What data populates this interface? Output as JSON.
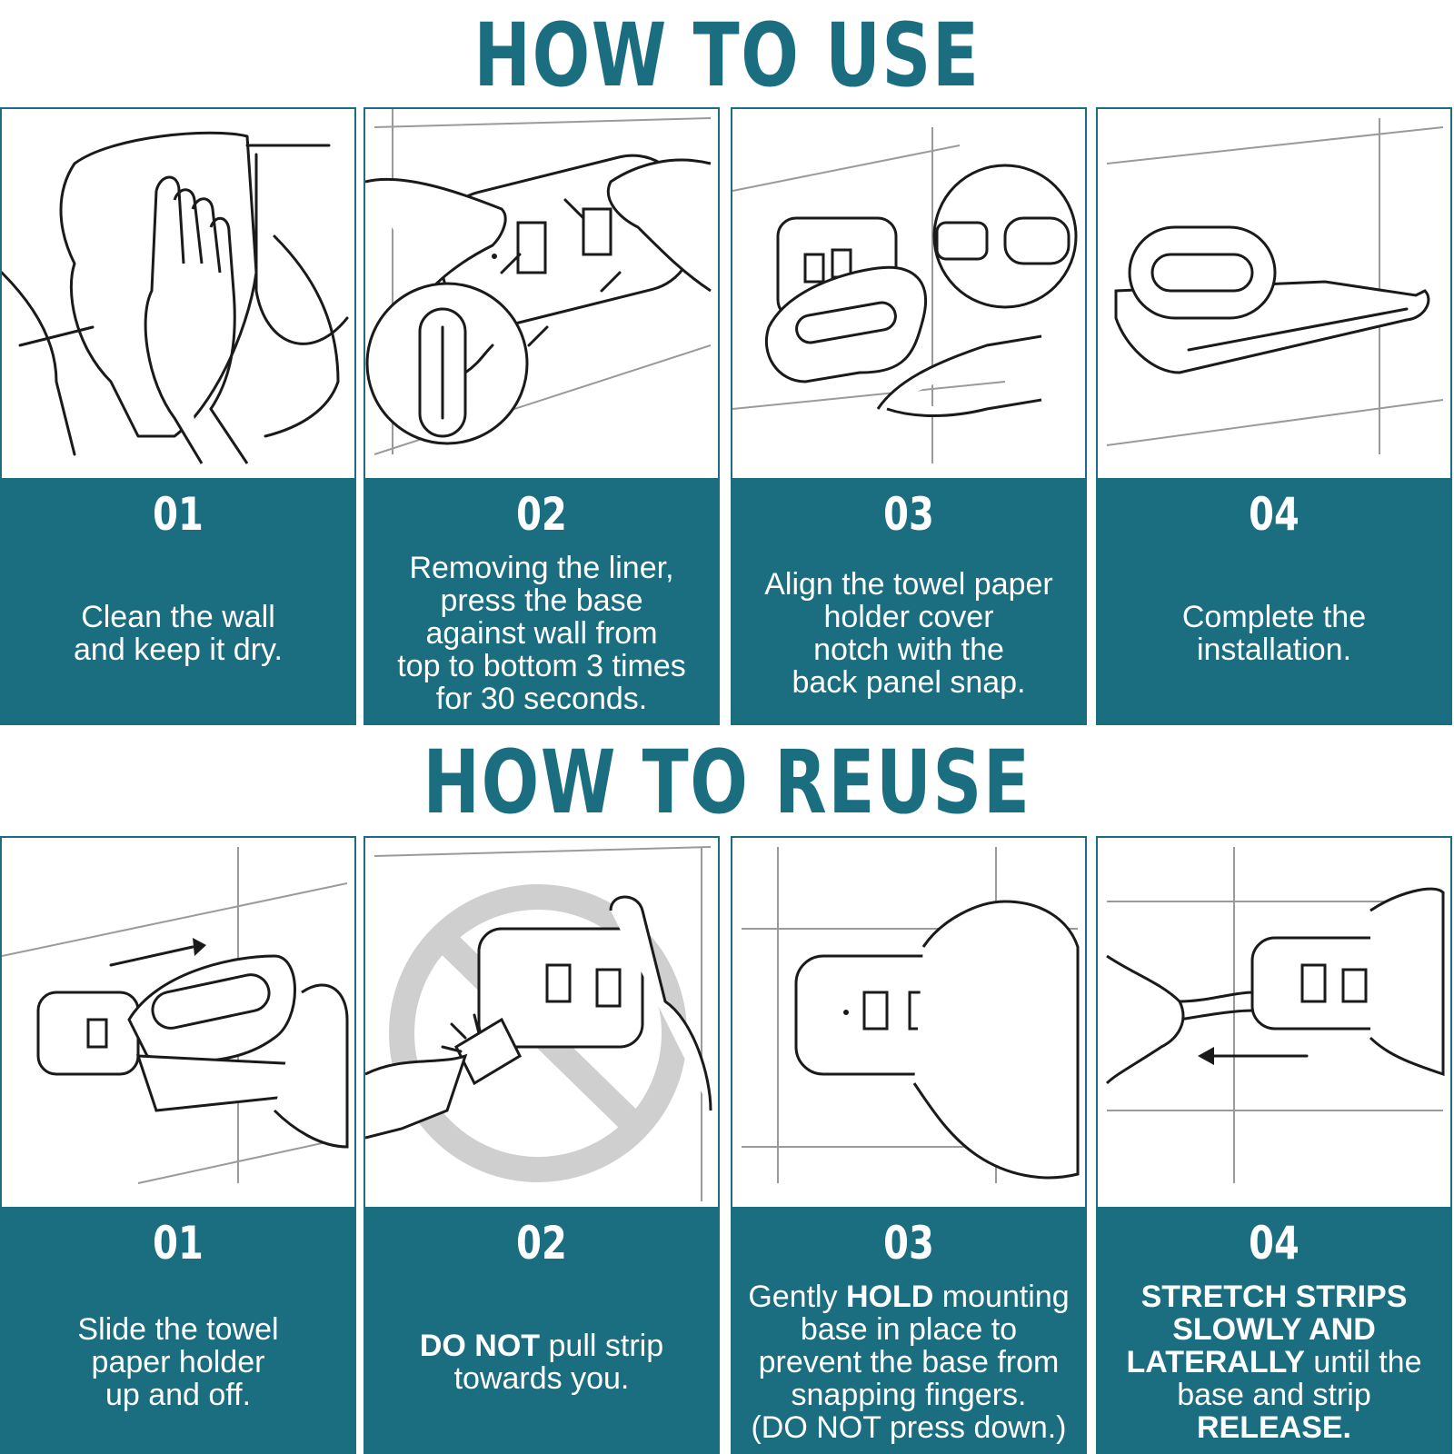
{
  "sections": {
    "use": {
      "title": "HOW TO USE",
      "steps": [
        {
          "number": "01",
          "line1": "Clean the wall",
          "line2": "and keep it dry."
        },
        {
          "number": "02",
          "line1": "Removing the liner,",
          "line2": "press the base",
          "line3": "against wall from",
          "line4": "top to bottom 3 times",
          "line5": "for 30 seconds."
        },
        {
          "number": "03",
          "line1": "Align the towel paper",
          "line2": "holder cover",
          "line3": "notch with the",
          "line4": "back panel snap."
        },
        {
          "number": "04",
          "line1": "Complete the",
          "line2": "installation."
        }
      ]
    },
    "reuse": {
      "title": "HOW TO REUSE",
      "steps": [
        {
          "number": "01",
          "line1": "Slide the towel",
          "line2": "paper holder",
          "line3": "up and off."
        },
        {
          "number": "02",
          "bold1": "DO NOT",
          "rest1": " pull strip",
          "line2": "towards you."
        },
        {
          "number": "03",
          "pre1": "Gently ",
          "bold1": "HOLD",
          "rest1": " mounting",
          "line2": "base in place to",
          "line3": "prevent the base from",
          "line4": "snapping fingers.",
          "line5": "(DO NOT press down.)"
        },
        {
          "number": "04",
          "bold1": "STRETCH STRIPS",
          "bold2": "SLOWLY AND",
          "bold3": "LATERALLY",
          "rest3": " until the",
          "line4": "base and strip",
          "bold5": "RELEASE."
        }
      ]
    }
  },
  "colors": {
    "accent": "#1b6d80",
    "caption_text": "#ffffff"
  }
}
